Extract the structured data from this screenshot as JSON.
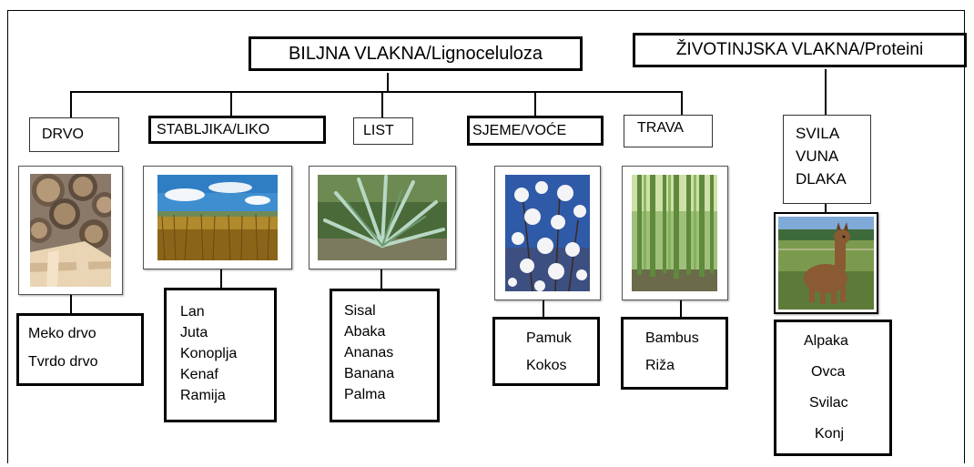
{
  "headers": {
    "plant": "BILJNA VLAKNA/Lignoceluloza",
    "animal": "ŽIVOTINJSKA VLAKNA/Proteini"
  },
  "categories": [
    "DRVO",
    "STABLJIKA/LIKO",
    "LIST",
    "SJEME/VOĆE",
    "TRAVA"
  ],
  "animal_category": [
    "SVILA",
    "VUNA",
    "DLAKA"
  ],
  "photos": [
    "wood-logs",
    "flax-field",
    "agave-leaves",
    "cotton-bolls",
    "bamboo-grove",
    "alpaca"
  ],
  "lists": {
    "drvo": [
      "Meko drvo",
      "Tvrdo drvo"
    ],
    "stabljika": [
      "Lan",
      "Juta",
      "Konoplja",
      "Kenaf",
      "Ramija"
    ],
    "list": [
      "Sisal",
      "Abaka",
      "Ananas",
      "Banana",
      "Palma"
    ],
    "sjeme": [
      "Pamuk",
      "Kokos"
    ],
    "trava": [
      "Bambus",
      "Riža"
    ],
    "animal": [
      "Alpaka",
      "Ovca",
      "Svilac",
      "Konj"
    ]
  }
}
